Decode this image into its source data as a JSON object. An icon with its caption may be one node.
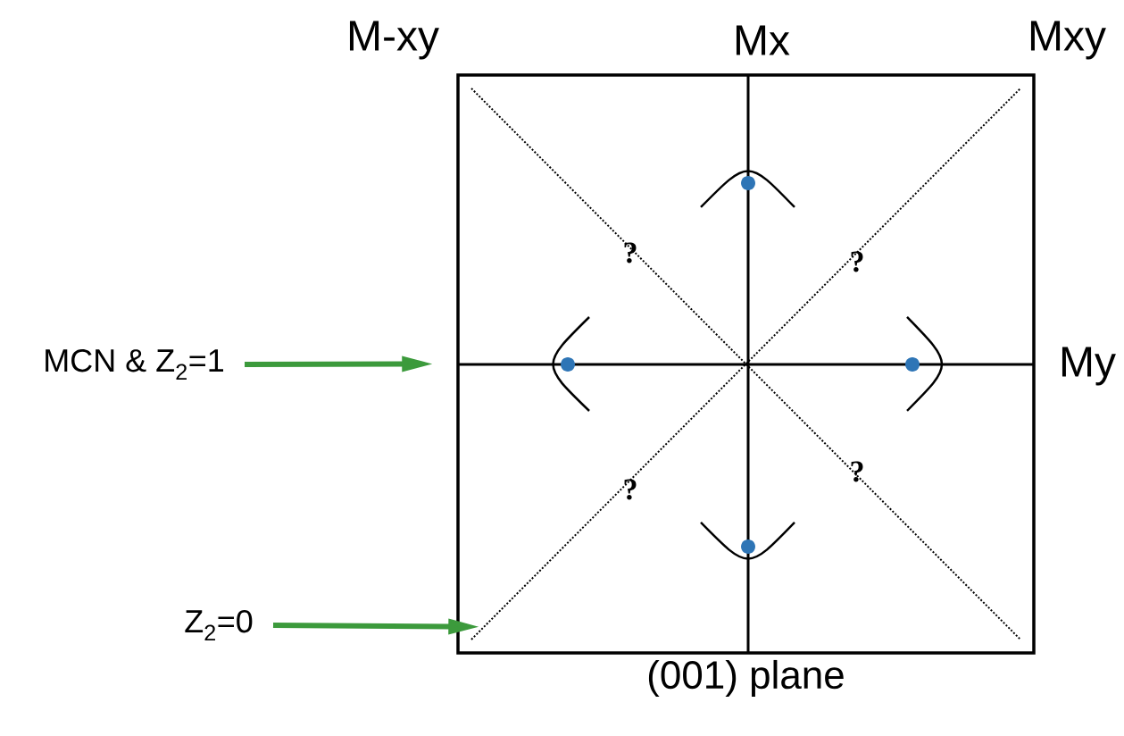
{
  "diagram": {
    "nodes": [
      {
        "text": [
          "(001) plane"
        ]
      },
      {
        "text": [
          "MCN & Z$_{2}$=1"
        ]
      },
      {
        "text": [
          "Z$_{2}$=0"
        ]
      }
    ],
    "edges": [
      {
        "from": 1,
        "to": 0,
        "arrow": "to"
      },
      {
        "from": 2,
        "to": 0,
        "arrow": "to"
      }
    ],
    "labels": [
      "M-xy",
      "Mx",
      "Mxy",
      "My",
      "?",
      "?",
      "?",
      "?"
    ]
  }
}
